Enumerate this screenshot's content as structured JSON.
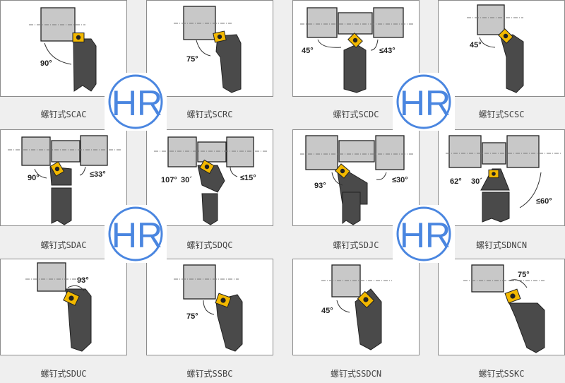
{
  "logo": {
    "text": "HR",
    "color": "#4a86e0"
  },
  "items": [
    {
      "label": "螺钉式SCAC",
      "angles": [
        "90°"
      ]
    },
    {
      "label": "螺钉式SCRC",
      "angles": [
        "75°"
      ]
    },
    {
      "label": "螺钉式SCDC",
      "angles": [
        "45°",
        "≤43°"
      ]
    },
    {
      "label": "螺钉式SCSC",
      "angles": [
        "45°"
      ]
    },
    {
      "label": "螺钉式SDAC",
      "angles": [
        "90°",
        "≤33°"
      ]
    },
    {
      "label": "螺钉式SDQC",
      "angles": [
        "107°",
        "30´",
        "≤15°"
      ]
    },
    {
      "label": "螺钉式SDJC",
      "angles": [
        "93°",
        "≤30°"
      ]
    },
    {
      "label": "螺钉式SDNCN",
      "angles": [
        "62°",
        "30´",
        "≤60°"
      ]
    },
    {
      "label": "螺钉式SDUC",
      "angles": [
        "93°"
      ]
    },
    {
      "label": "螺钉式SSBC",
      "angles": [
        "75°"
      ]
    },
    {
      "label": "螺钉式SSDCN",
      "angles": [
        "45°"
      ]
    },
    {
      "label": "螺钉式SSKC",
      "angles": [
        "75°"
      ]
    }
  ],
  "colors": {
    "workpiece": "#c8c8c8",
    "holder": "#4a4a4a",
    "insert": "#f2b800"
  }
}
